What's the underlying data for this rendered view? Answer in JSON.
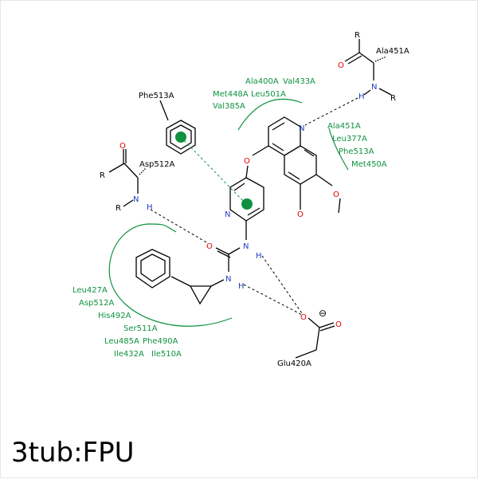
{
  "title": "3tub:FPU",
  "colors": {
    "residue": "#109140",
    "bond": "#000000",
    "nitrogen": "#1f3fbf",
    "oxygen": "#e00000"
  },
  "residues": {
    "ala400": "Ala400A",
    "val433": "Val433A",
    "met448": "Met448A",
    "leu501": "Leu501A",
    "val385": "Val385A",
    "ala451_top": "Ala451A",
    "ala451_r": "Ala451A",
    "leu377": "Leu377A",
    "phe513_r": "Phe513A",
    "met450": "Met450A",
    "phe513_top": "Phe513A",
    "asp512_top": "Asp512A",
    "leu427": "Leu427A",
    "asp512": "Asp512A",
    "his492": "His492A",
    "ser511": "Ser511A",
    "leu485": "Leu485A",
    "phe490": "Phe490A",
    "ile432": "Ile432A",
    "ile510": "Ile510A",
    "glu420": "Glu420A"
  },
  "atoms": {
    "R": "R",
    "O": "O",
    "N": "N",
    "H": "H",
    "minus": "⊖"
  }
}
